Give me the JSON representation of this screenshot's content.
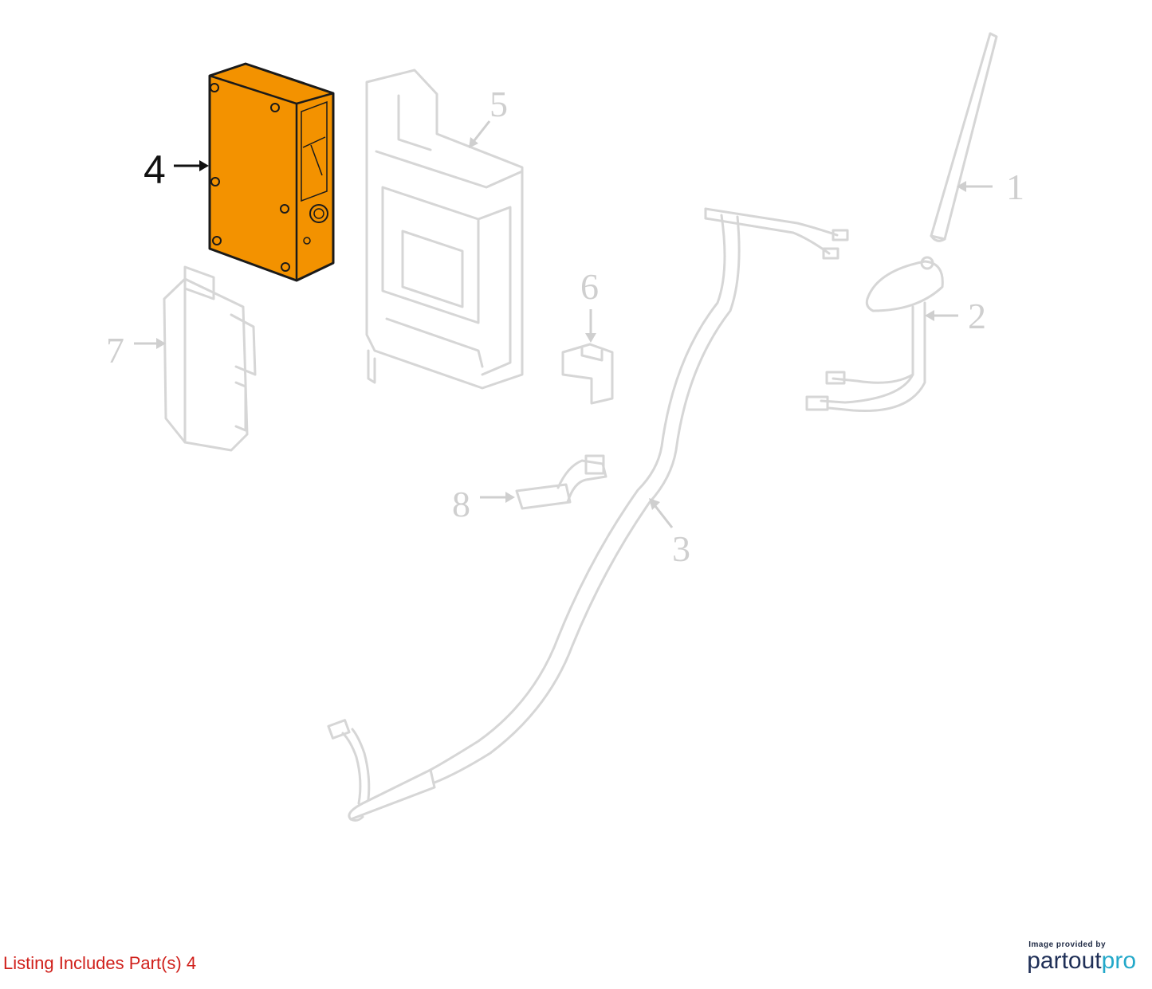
{
  "diagram": {
    "callouts": {
      "c1": "1",
      "c2": "2",
      "c3": "3",
      "c4": "4",
      "c5": "5",
      "c6": "6",
      "c7": "7",
      "c8": "8"
    },
    "highlighted_part": "4",
    "highlight_color": "#f39200",
    "faded_color": "#d6d6d6"
  },
  "footer": {
    "listing_note": "Listing Includes Part(s) 4",
    "credit_caption": "Image provided by",
    "credit_brand_part1": "partout",
    "credit_brand_part2": "pro"
  }
}
